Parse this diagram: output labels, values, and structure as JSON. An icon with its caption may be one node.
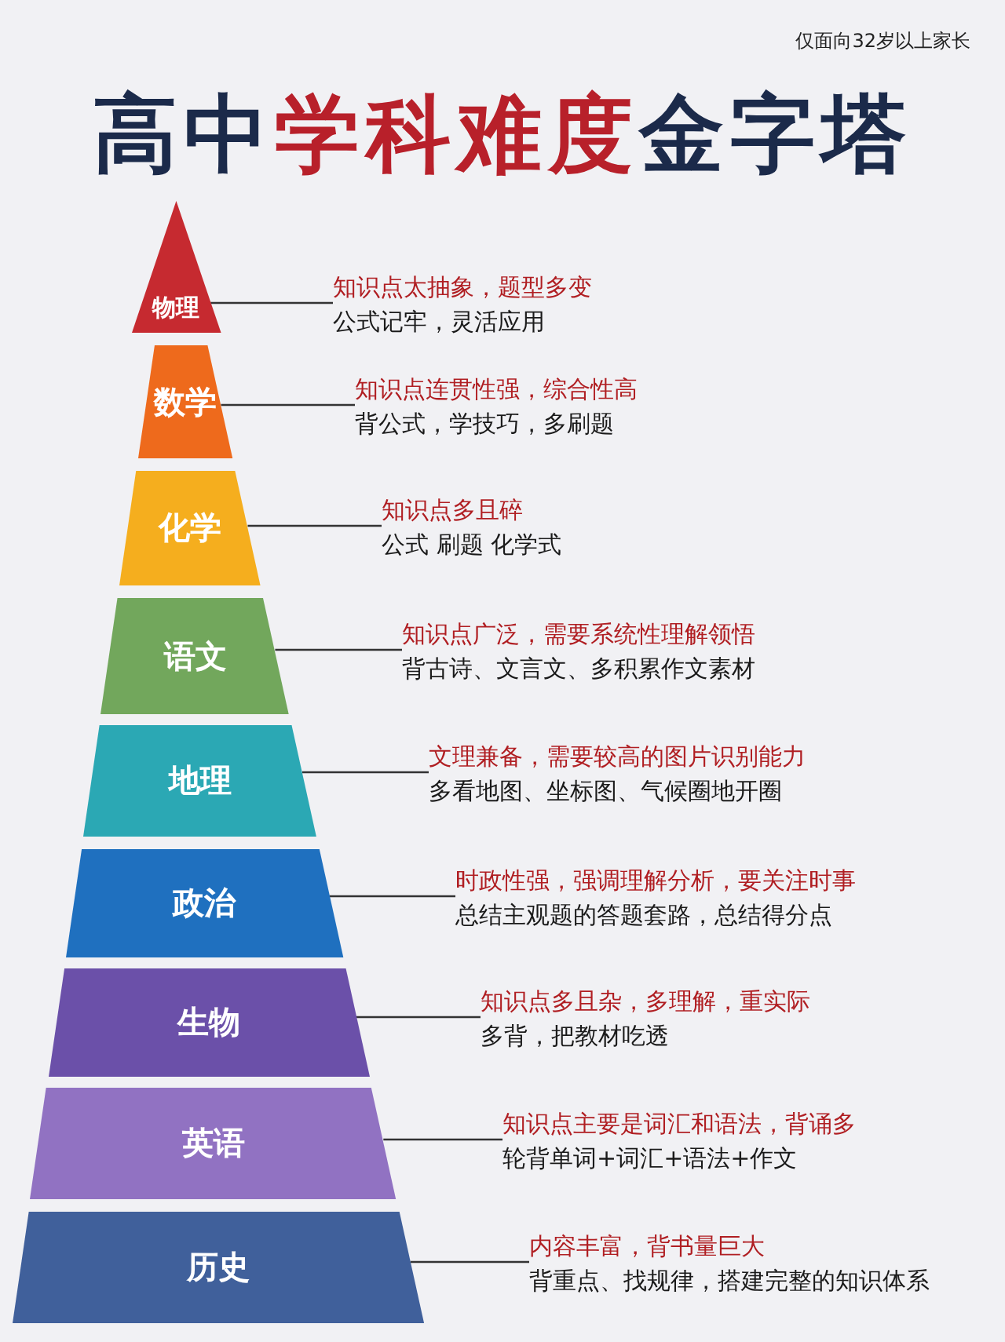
{
  "diagram": {
    "title": "高中学科难度金字塔",
    "nodes": [
      {
        "text": [
          "物理"
        ]
      },
      {
        "text": [
          "知识点太抽象，题型多变",
          "公式记牢，灵活应用"
        ]
      },
      {
        "text": [
          "数学"
        ]
      },
      {
        "text": [
          "知识点连贯性强，综合性高",
          "背公式，学技巧，多刷题"
        ]
      },
      {
        "text": [
          "化学"
        ]
      },
      {
        "text": [
          "知识点多且碎",
          "公式 刷题 化学式"
        ]
      },
      {
        "text": [
          "语文"
        ]
      },
      {
        "text": [
          "知识点广泛，需要系统性理解领悟",
          "背古诗、文言文、多积累作文素材"
        ]
      },
      {
        "text": [
          "地理"
        ]
      },
      {
        "text": [
          "文理兼备，需要较高的图片识别能力",
          "多看地图、坐标图、气候圈地开圈"
        ]
      },
      {
        "text": [
          "政治"
        ]
      },
      {
        "text": [
          "时政性强，强调理解分析，要关注时事",
          "总结主观题的答题套路，总结得分点"
        ]
      },
      {
        "text": [
          "生物"
        ]
      },
      {
        "text": [
          "知识点多且杂，多理解，重实际",
          "多背，把教材吃透"
        ]
      },
      {
        "text": [
          "英语"
        ]
      },
      {
        "text": [
          "知识点主要是词汇和语法，背诵多",
          "轮背单词+词汇+语法+作文"
        ]
      },
      {
        "text": [
          "历史"
        ]
      },
      {
        "text": [
          "内容丰富，背书量巨大",
          "背重点、找规律，搭建完整的知识体系"
        ]
      }
    ],
    "edges": [
      {
        "from": 1,
        "to": 0,
        "arrow": "none"
      },
      {
        "from": 3,
        "to": 2,
        "arrow": "none"
      },
      {
        "from": 5,
        "to": 4,
        "arrow": "none"
      },
      {
        "from": 7,
        "to": 6,
        "arrow": "none"
      },
      {
        "from": 9,
        "to": 8,
        "arrow": "none"
      },
      {
        "from": 11,
        "to": 10,
        "arrow": "none"
      },
      {
        "from": 13,
        "to": 12,
        "arrow": "none"
      },
      {
        "from": 15,
        "to": 14,
        "arrow": "none"
      },
      {
        "from": 17,
        "to": 16,
        "arrow": "none"
      }
    ],
    "labels": [
      "仅面向32岁以上家长"
    ]
  }
}
